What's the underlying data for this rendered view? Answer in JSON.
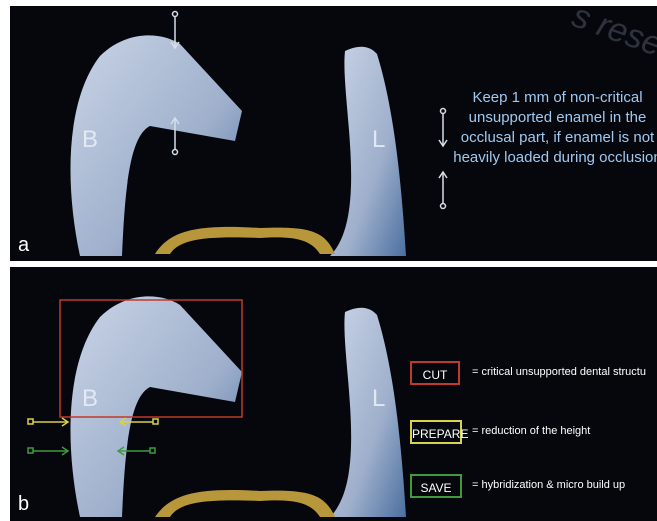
{
  "panel_a": {
    "label": "a",
    "buccal_label": "B",
    "lingual_label": "L",
    "note": "Keep 1 mm of non-critical unsupported enamel in the occlusal part, if enamel is not heavily loaded during occlusion",
    "watermark": "s reserv"
  },
  "panel_b": {
    "label": "b",
    "buccal_label": "B",
    "lingual_label": "L",
    "legend": [
      {
        "key": "CUT",
        "description": "= critical unsupported dental structu",
        "color": "#c0392b"
      },
      {
        "key": "PREPARE",
        "description": "= reduction of the height",
        "color": "#d9d14a"
      },
      {
        "key": "SAVE",
        "description": "= hybridization & micro build up",
        "color": "#3f9a3f"
      }
    ]
  },
  "colors": {
    "background": "#05070d",
    "tooth": "#b9c6dc",
    "restoration": "#b8973a",
    "note_text": "#9fc9f0"
  }
}
